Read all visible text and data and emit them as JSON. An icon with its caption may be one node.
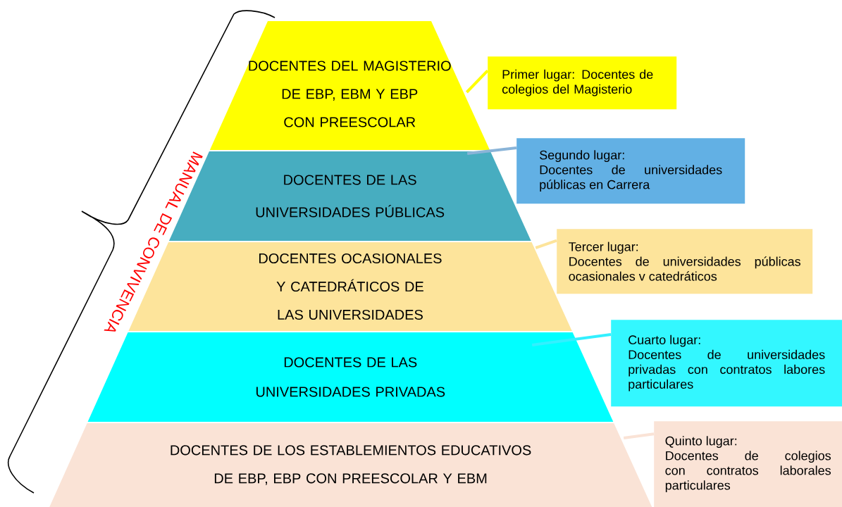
{
  "diagram": {
    "nodes": [
      {
        "text": [
          "DOCENTES DEL MAGISTERIO DE EBP, EBM Y EBP CON PREESCOLAR"
        ]
      },
      {
        "text": [
          "DOCENTES DE LAS UNIVERSIDADES PÚBLICAS"
        ]
      },
      {
        "text": [
          "DOCENTES OCASIONALES Y CATEDRÁTICOS DE LAS UNIVERSIDADES"
        ]
      },
      {
        "text": [
          "DOCENTES DE LAS UNIVERSIDADES PRIVADAS"
        ]
      },
      {
        "text": [
          "DOCENTES DE LOS ESTABLEMIENTOS EDUCATIVOS DE EBP, EBP CON PREESCOLAR Y EBM"
        ]
      },
      {
        "text": [
          "Primer lugar: Docentes de colegios del Magisterio"
        ]
      },
      {
        "text": [
          "Segundo lugar:",
          "Docentes de universidades públicas en Carrera"
        ]
      },
      {
        "text": [
          "Tercer lugar:",
          "Docentes de universidades públicas ocasionales v catedráticos"
        ]
      },
      {
        "text": [
          "Cuarto lugar:",
          "Docentes de universidades privadas con contratos labores particulares"
        ]
      },
      {
        "text": [
          "Quinto lugar:",
          "Docentes de colegios con contratos laborales particulares"
        ]
      }
    ],
    "edges": [
      {
        "from": 5,
        "to": 0,
        "arrow": "none",
        "color": "#ffff00"
      },
      {
        "from": 6,
        "to": 1,
        "arrow": "none",
        "color": "#8ab4d8"
      },
      {
        "from": 7,
        "to": 2,
        "arrow": "none",
        "color": "#fde49b"
      },
      {
        "from": 8,
        "to": 3,
        "arrow": "none",
        "color": "#33f0ff"
      },
      {
        "from": 9,
        "to": 4,
        "arrow": "none",
        "color": "#fae3d6"
      }
    ],
    "labels": [
      "MANUAL DE CONVIVENCIA"
    ]
  }
}
